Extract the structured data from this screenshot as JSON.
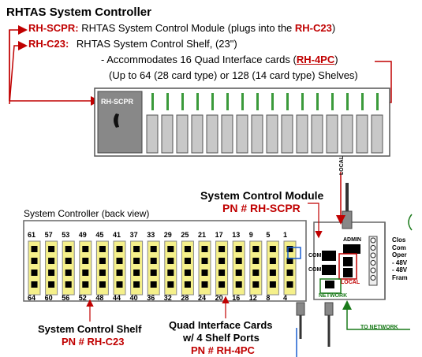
{
  "header": {
    "title": "RHTAS System Controller",
    "line1_code": "RH-SCPR:",
    "line1_text": "RHTAS System Control Module (plugs into the",
    "line1_ref": "RH-C23",
    "line1_end": ")",
    "line2_code": "RH-C23:",
    "line2_text": "RHTAS System Control Shelf, (23\")",
    "line3_text": "- Accommodates 16 Quad Interface cards (",
    "line3_ref": "RH-4PC",
    "line3_end": ")",
    "line4_text": "(Up to 64 (28 card type) or 128 (14 card type) Shelves)"
  },
  "top_shelf": {
    "module_label": "RH-SCPR",
    "card_count": 16
  },
  "bottom": {
    "module_title": "System Control Module",
    "module_pn": "PN # RH-SCPR",
    "shelf_caption": "System Controller (back view)",
    "top_numbers": [
      "61",
      "57",
      "53",
      "49",
      "45",
      "41",
      "37",
      "33",
      "29",
      "25",
      "21",
      "17",
      "13",
      "9",
      "5",
      "1"
    ],
    "bottom_numbers": [
      "64",
      "60",
      "56",
      "52",
      "48",
      "44",
      "40",
      "36",
      "32",
      "28",
      "24",
      "20",
      "16",
      "12",
      "8",
      "4"
    ],
    "shelf_title": "System Control Shelf",
    "shelf_pn": "PN # RH-C23",
    "cards_title1": "Quad Interface Cards",
    "cards_title2": "w/ 4 Shelf Ports",
    "cards_pn": "PN # RH-4PC",
    "local_label": "LOCAL",
    "to_network_label": "TO  NETWORK",
    "admin_label": "ADMIN",
    "com1_label": "COM 1",
    "com2_label": "COM 2",
    "local_port_label": "LOCAL",
    "network_port_label": "NETWORK",
    "terminal_labels": [
      "Clos",
      "Com",
      "Oper",
      "- 48V",
      "- 48V",
      "Fram"
    ]
  },
  "colors": {
    "accent_red": "#c00000",
    "card_yellow": "#f5f08a",
    "card_green": "#3a9a3a",
    "network_green": "#1a7a1a"
  }
}
